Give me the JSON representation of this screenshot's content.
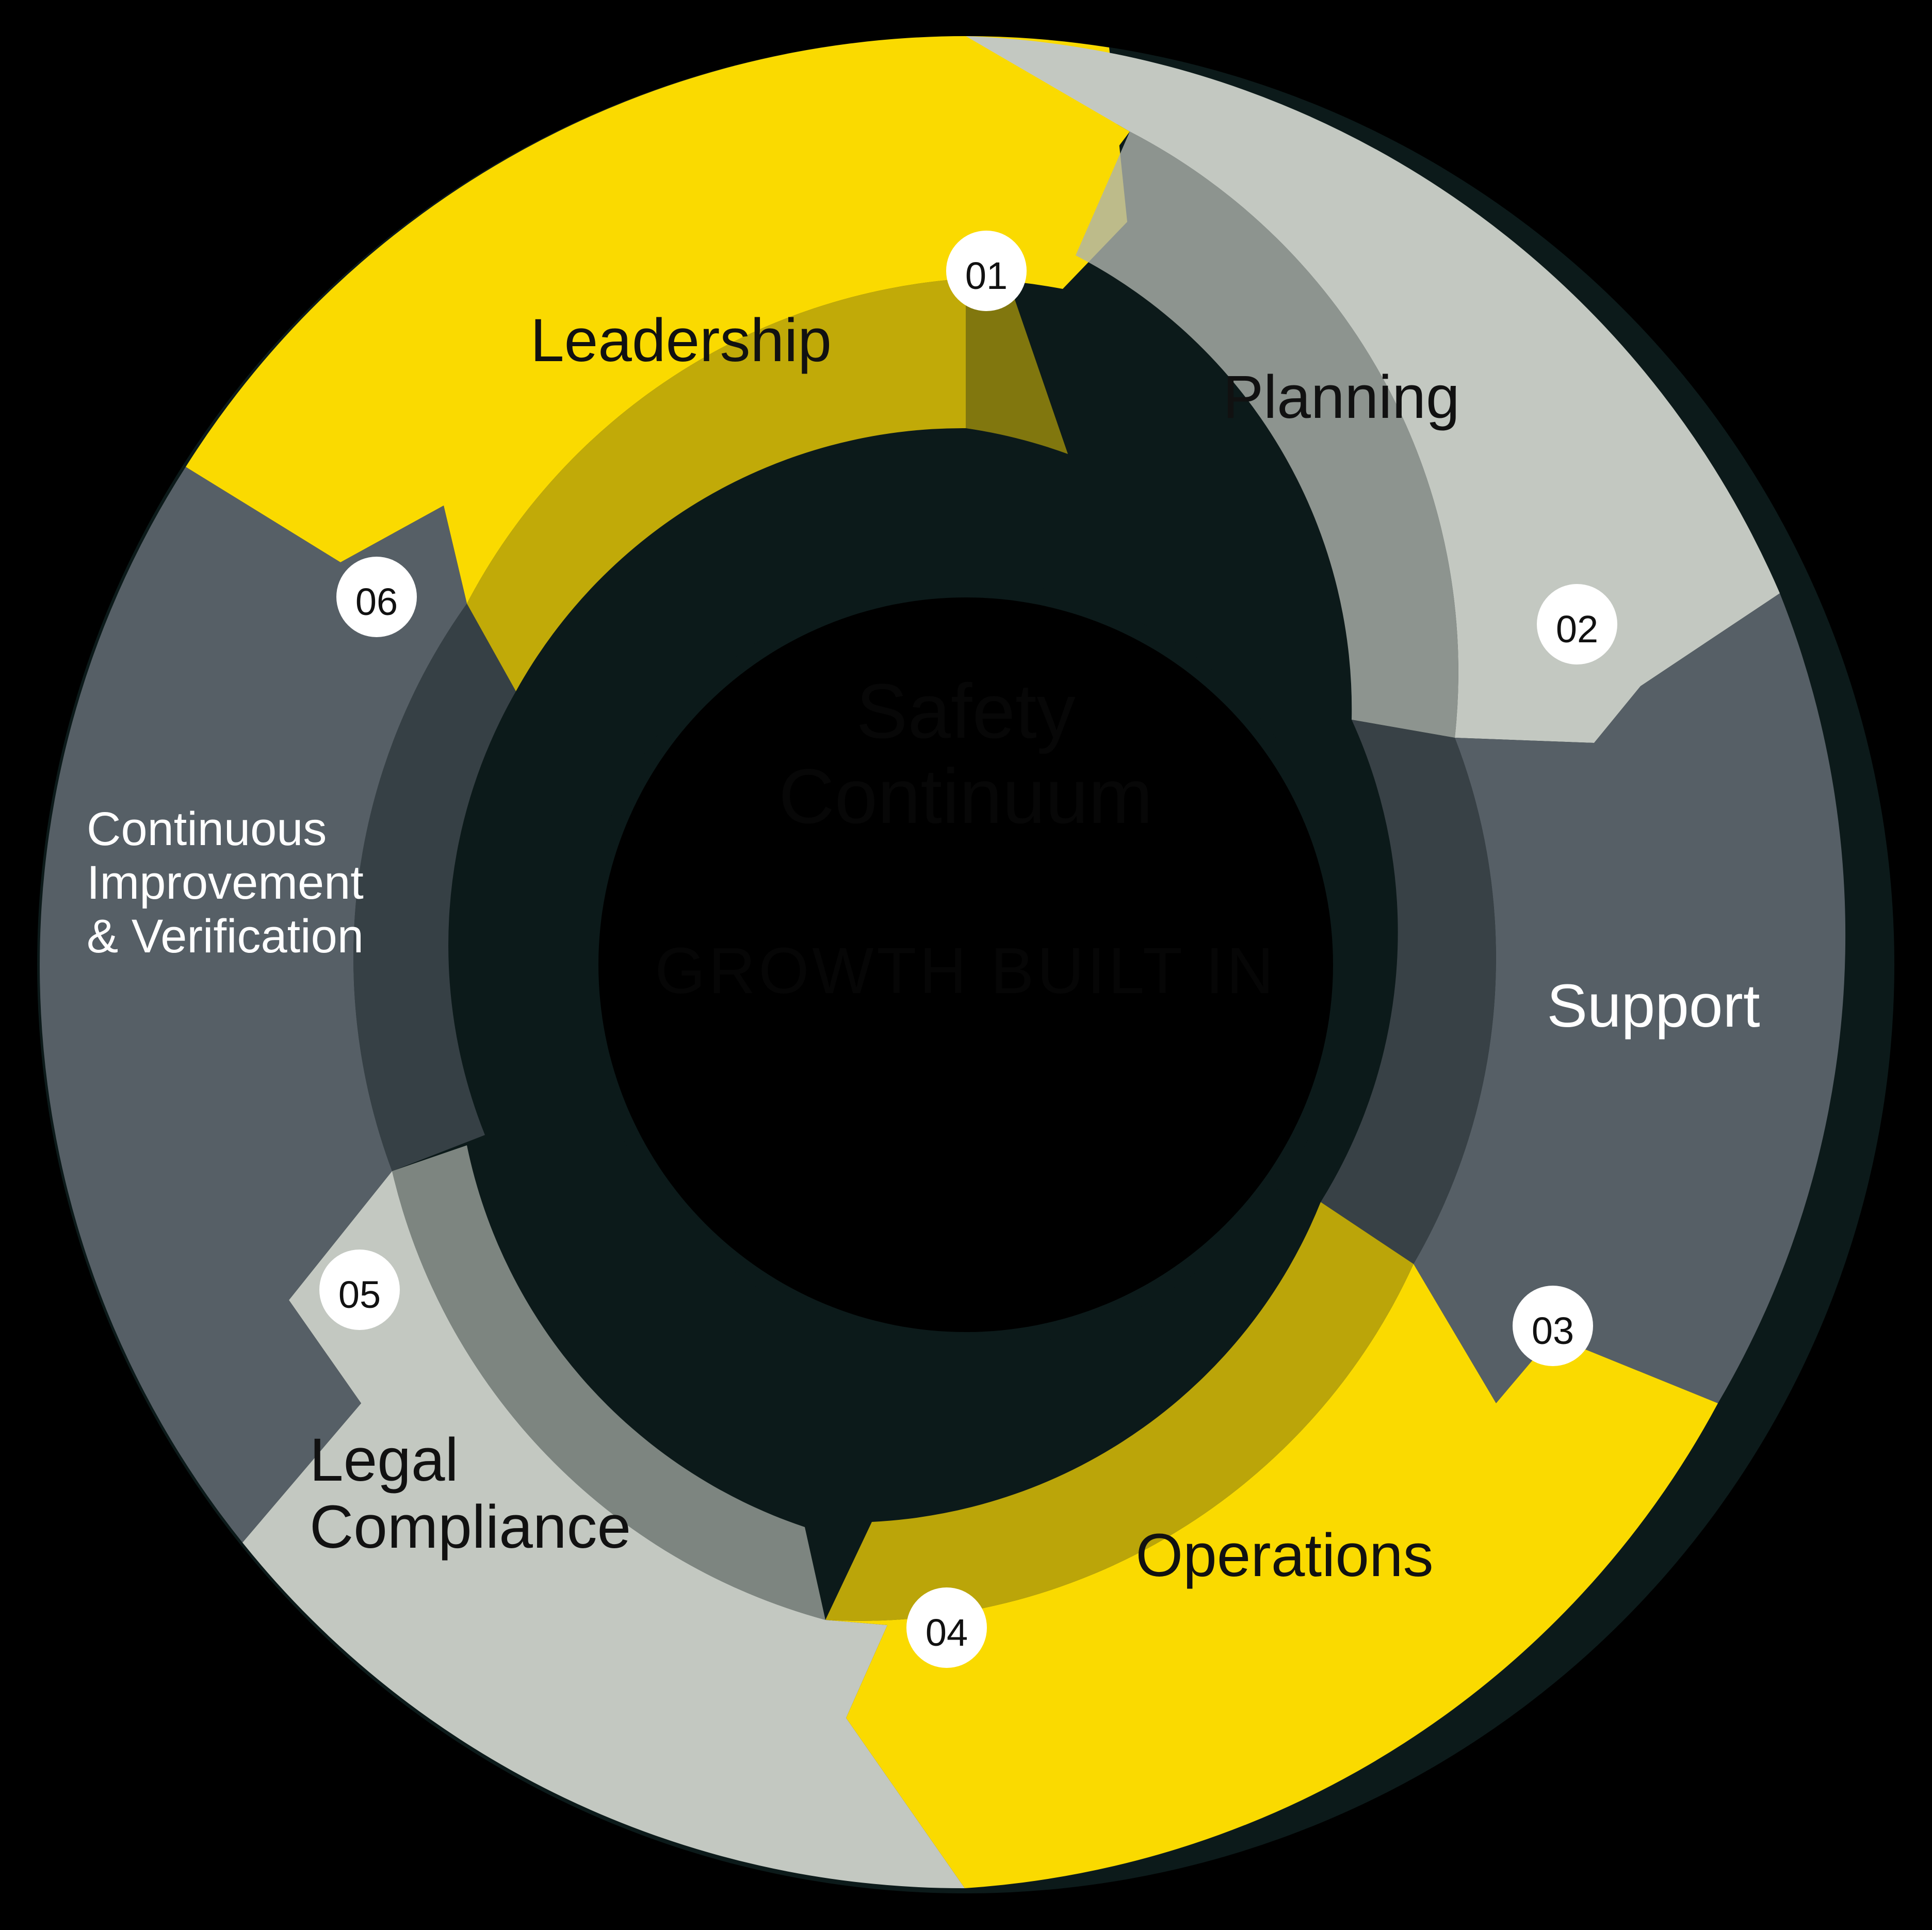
{
  "diagram": {
    "title": "Safety Continuum",
    "center": {
      "line1": "Safety",
      "line2": "Continuum",
      "tagline": "GROWTH BUILT IN",
      "text_color": "#050505",
      "bg_color": "#000000"
    },
    "colors": {
      "yellow": "#FADA00",
      "yellow_shade": "#E2C406",
      "light_gray": "#C3C8C1",
      "light_gray_shade": "#AEB3AC",
      "dark_gray": "#565F66",
      "dark_gray_shade": "#474F56",
      "mid_gray": "#B7BAB4",
      "badge_fill": "#FFFFFF",
      "badge_text": "#111111",
      "outline": "#0C1A1A",
      "background": "#000000",
      "text_light": "#FFFFFF",
      "text_dark": "#111111"
    },
    "segments": [
      {
        "number": "01",
        "label": "Leadership",
        "label_lines": [
          "Leadership"
        ],
        "fill": "#FADA00",
        "shade": "#E2C406",
        "text_color": "#111111",
        "start_angle": -90,
        "end_angle": -25
      },
      {
        "number": "02",
        "label": "Planning",
        "label_lines": [
          "Planning"
        ],
        "fill": "#C3C8C1",
        "shade": "#AEB3AC",
        "text_color": "#111111",
        "start_angle": -25,
        "end_angle": 35
      },
      {
        "number": "03",
        "label": "Support",
        "label_lines": [
          "Support"
        ],
        "fill": "#565F66",
        "shade": "#474F56",
        "text_color": "#FFFFFF",
        "start_angle": 35,
        "end_angle": 95
      },
      {
        "number": "04",
        "label": "Operations",
        "label_lines": [
          "Operations"
        ],
        "fill": "#FADA00",
        "shade": "#E2C406",
        "text_color": "#111111",
        "start_angle": 95,
        "end_angle": 155
      },
      {
        "number": "05",
        "label": "Legal Compliance",
        "label_lines": [
          "Legal",
          "Compliance"
        ],
        "fill": "#C3C8C1",
        "shade": "#AEB3AC",
        "text_color": "#111111",
        "start_angle": 155,
        "end_angle": 215
      },
      {
        "number": "06",
        "label": "Continuous Improvement & Verification",
        "label_lines": [
          "Continuous",
          "Improvement",
          "& Verification"
        ],
        "fill": "#565F66",
        "shade": "#474F56",
        "text_color": "#FFFFFF",
        "start_angle": 215,
        "end_angle": 270
      }
    ]
  }
}
